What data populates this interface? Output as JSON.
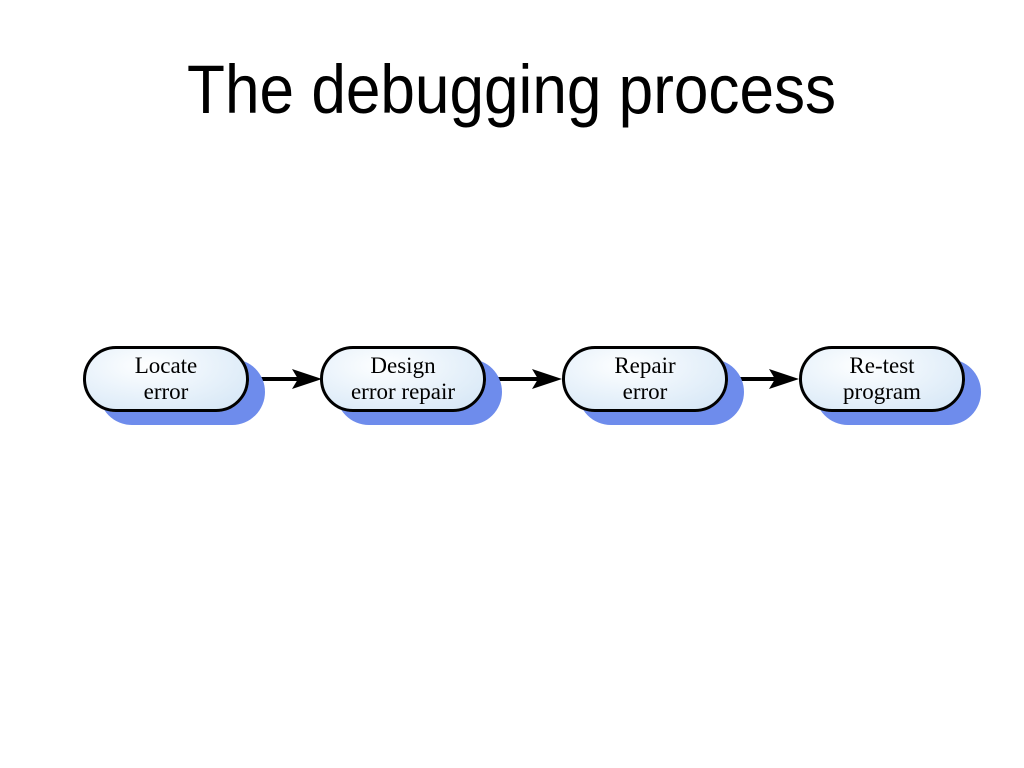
{
  "slide": {
    "title": "The debugging process",
    "background_color": "#ffffff"
  },
  "diagram": {
    "type": "flowchart",
    "direction": "left-to-right",
    "steps": [
      {
        "label": "Locate error",
        "line1": "Locate",
        "line2": "error"
      },
      {
        "label": "Design error repair",
        "line1": "Design",
        "line2": "error repair"
      },
      {
        "label": "Repair error",
        "line1": "Repair",
        "line2": "error"
      },
      {
        "label": "Re-test program",
        "line1": "Re-test",
        "line2": "program"
      }
    ],
    "connectors": [
      {
        "from": "Locate error",
        "to": "Design error repair",
        "style": "arrow"
      },
      {
        "from": "Design error repair",
        "to": "Repair error",
        "style": "arrow"
      },
      {
        "from": "Repair error",
        "to": "Re-test program",
        "style": "arrow"
      }
    ],
    "colors": {
      "slide_bg": "#ffffff",
      "title_text": "#000000",
      "box_border": "#000000",
      "box_fill_top": "#feffff",
      "box_fill_bottom": "#d3e5f5",
      "box_shadow": "#6e8cec",
      "arrow": "#000000"
    }
  }
}
